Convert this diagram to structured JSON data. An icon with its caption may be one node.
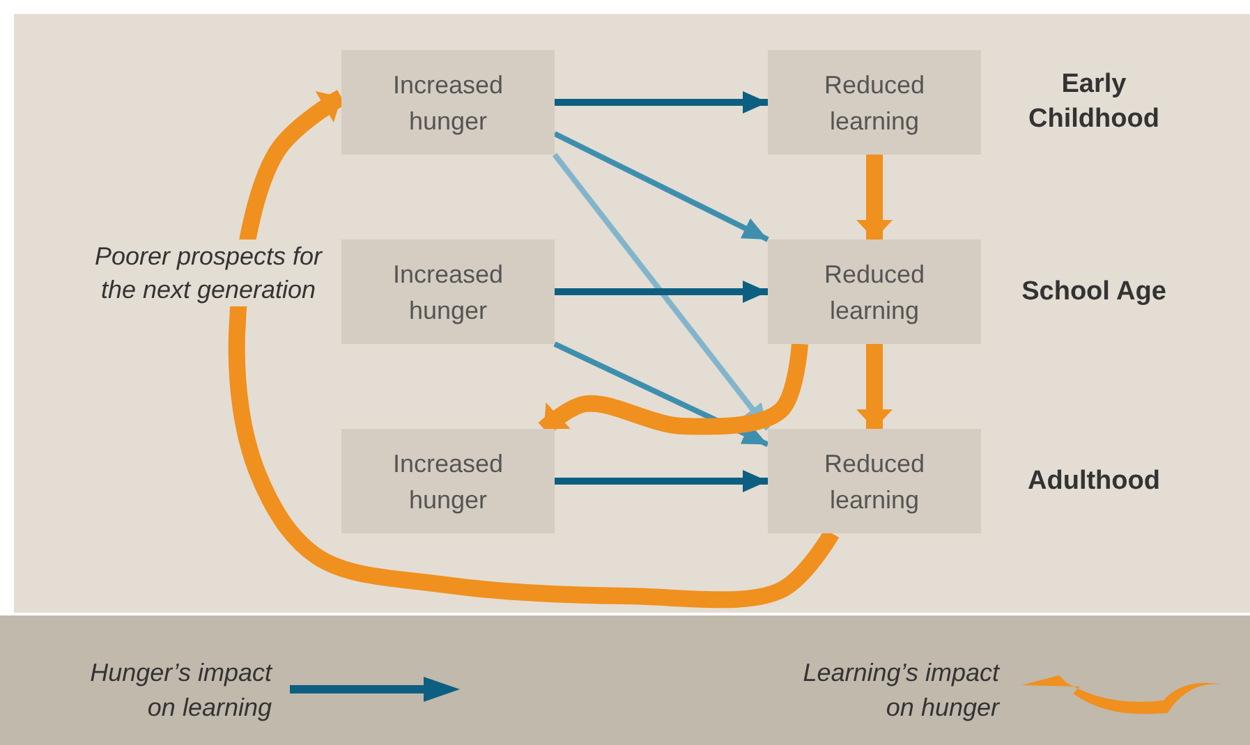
{
  "diagram": {
    "nodes": [
      {
        "text": [
          "Increased hunger"
        ]
      },
      {
        "text": [
          "Reduced learning"
        ]
      },
      {
        "text": [
          "Increased hunger"
        ]
      },
      {
        "text": [
          "Reduced learning"
        ]
      },
      {
        "text": [
          "Increased hunger"
        ]
      },
      {
        "text": [
          "Reduced learning"
        ]
      }
    ],
    "edges": [
      {
        "from": 0,
        "to": 1,
        "arrow": "to",
        "color": "#0d5f82"
      },
      {
        "from": 0,
        "to": 3,
        "arrow": "to",
        "color": "#3e8fae"
      },
      {
        "from": 0,
        "to": 5,
        "arrow": "to",
        "color": "#82b5cb"
      },
      {
        "from": 2,
        "to": 3,
        "arrow": "to",
        "color": "#0d5f82"
      },
      {
        "from": 2,
        "to": 5,
        "arrow": "to",
        "color": "#3e8fae"
      },
      {
        "from": 4,
        "to": 5,
        "arrow": "to",
        "color": "#0d5f82"
      },
      {
        "from": 1,
        "to": 3,
        "arrow": "to",
        "style": "thick",
        "color": "#f0901e"
      },
      {
        "from": 3,
        "to": 5,
        "arrow": "to",
        "style": "thick",
        "color": "#f0901e"
      },
      {
        "from": 3,
        "to": 4,
        "arrow": "to",
        "style": "thick",
        "color": "#f0901e"
      },
      {
        "from": 5,
        "to": 0,
        "arrow": "to",
        "style": "thick",
        "color": "#f0901e",
        "label": "Poorer prospects for the next generation"
      }
    ],
    "labels": [
      "Early Childhood",
      "School Age",
      "Adulthood"
    ],
    "legend": [
      {
        "text": "Hunger’s impact on learning"
      },
      {
        "text": "Learning’s impact on hunger"
      }
    ]
  }
}
